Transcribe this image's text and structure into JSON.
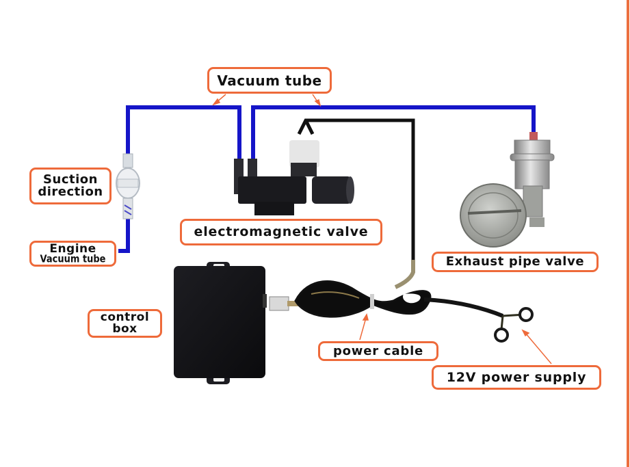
{
  "diagram": {
    "title": "Exhaust cutout valve vacuum control wiring diagram",
    "colors": {
      "label_border": "#ee6a3a",
      "vacuum_tube": "#1515c8",
      "wire": "#111111",
      "arrow": "#ee6a3a",
      "frame_border": "#ec6f3f"
    },
    "labels": {
      "vacuum_tube": "Vacuum tube",
      "suction_line1": "Suction",
      "suction_line2": "direction",
      "engine_line1": "Engine",
      "engine_line2": "Vacuum tube",
      "electromagnetic_valve": "electromagnetic valve",
      "exhaust_pipe_valve": "Exhaust pipe valve",
      "control_line1": "control",
      "control_line2": "box",
      "power_cable": "power cable",
      "power_supply": "12V power supply"
    },
    "components": [
      "engine-vacuum-port",
      "suction-check-valve",
      "vacuum-tube",
      "electromagnetic-valve",
      "exhaust-pipe-valve",
      "control-box",
      "power-cable",
      "ring-terminals"
    ]
  }
}
